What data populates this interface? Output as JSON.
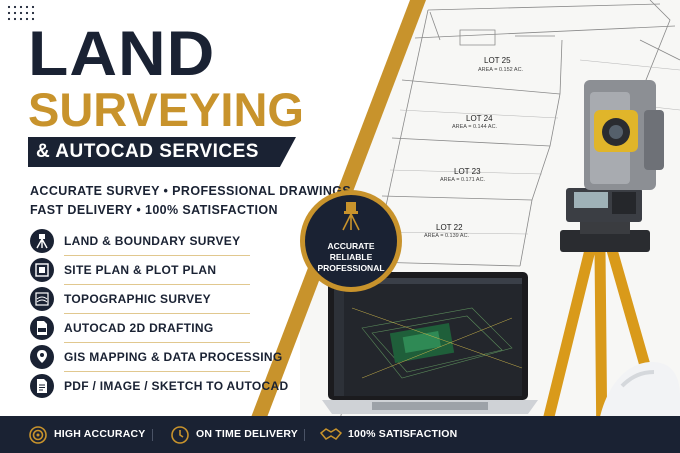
{
  "header": {
    "title_line1": "LAND",
    "title_line2": "SURVEYING",
    "subtitle": "& AUTOCAD SERVICES",
    "tagline1": "ACCURATE SURVEY • PROFESSIONAL DRAWINGS",
    "tagline2": "FAST DELIVERY • 100% SATISFACTION"
  },
  "services": [
    {
      "label": "LAND & BOUNDARY SURVEY",
      "icon": "tripod-icon"
    },
    {
      "label": "SITE PLAN & PLOT PLAN",
      "icon": "site-plan-icon"
    },
    {
      "label": "TOPOGRAPHIC SURVEY",
      "icon": "topographic-map-icon"
    },
    {
      "label": "AUTOCAD 2D DRAFTING",
      "icon": "cad-file-icon"
    },
    {
      "label": "GIS MAPPING & DATA PROCESSING",
      "icon": "map-pin-icon"
    },
    {
      "label": "PDF / IMAGE / SKETCH TO AUTOCAD",
      "icon": "document-icon"
    }
  ],
  "badge": {
    "line1": "ACCURATE",
    "line2": "RELIABLE",
    "line3": "PROFESSIONAL",
    "icon": "total-station-icon"
  },
  "plan": {
    "lots": [
      {
        "name": "LOT 25",
        "area": "AREA = 0.152 AC."
      },
      {
        "name": "LOT 24",
        "area": "AREA = 0.144 AC."
      },
      {
        "name": "LOT 23",
        "area": "AREA = 0.171 AC."
      },
      {
        "name": "LOT 22",
        "area": "AREA = 0.139 AC."
      }
    ]
  },
  "footer": {
    "items": [
      {
        "label": "HIGH ACCURACY",
        "icon": "target-icon"
      },
      {
        "label": "ON TIME DELIVERY",
        "icon": "clock-icon"
      },
      {
        "label": "100% SATISFACTION",
        "icon": "handshake-icon"
      }
    ]
  },
  "colors": {
    "navy": "#1a2233",
    "gold": "#c8932c",
    "white": "#ffffff"
  }
}
